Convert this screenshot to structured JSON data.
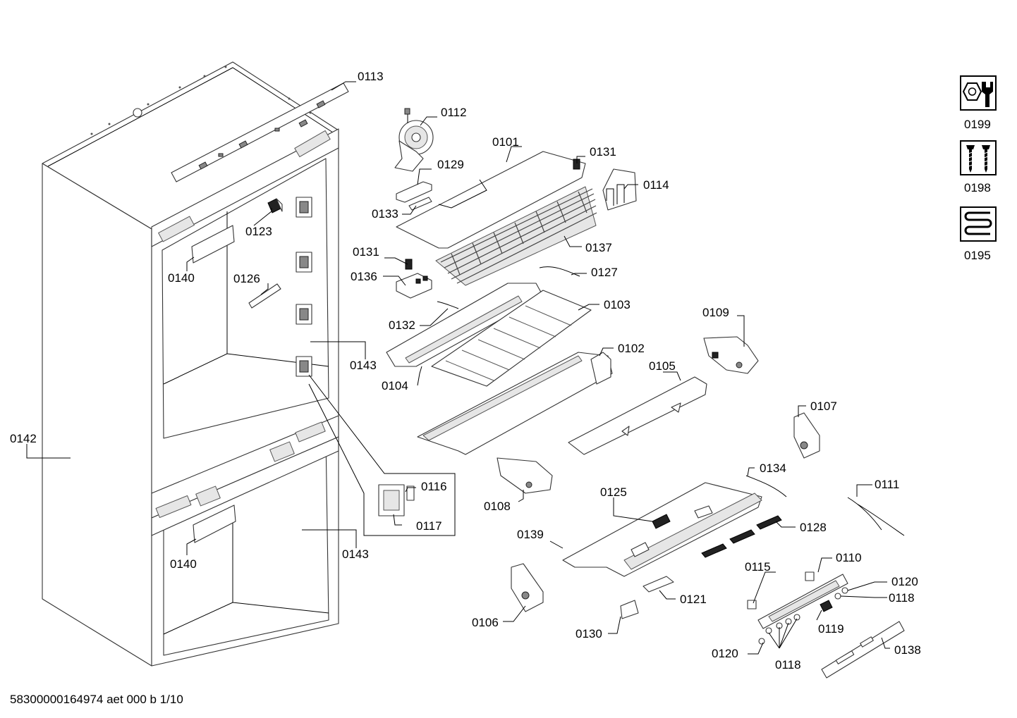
{
  "doc_id": "58300000164974 aet 000 b 1/10",
  "callouts": {
    "c0101": "0101",
    "c0102": "0102",
    "c0103": "0103",
    "c0104": "0104",
    "c0105": "0105",
    "c0106": "0106",
    "c0107": "0107",
    "c0108": "0108",
    "c0109": "0109",
    "c0110": "0110",
    "c0111": "0111",
    "c0112": "0112",
    "c0113": "0113",
    "c0114": "0114",
    "c0115": "0115",
    "c0116": "0116",
    "c0117": "0117",
    "c0118a": "0118",
    "c0118b": "0118",
    "c0119": "0119",
    "c0120a": "0120",
    "c0120b": "0120",
    "c0121": "0121",
    "c0123": "0123",
    "c0125": "0125",
    "c0126": "0126",
    "c0127": "0127",
    "c0128": "0128",
    "c0129": "0129",
    "c0130": "0130",
    "c0131a": "0131",
    "c0131b": "0131",
    "c0132": "0132",
    "c0133": "0133",
    "c0134": "0134",
    "c0136": "0136",
    "c0137": "0137",
    "c0138": "0138",
    "c0139": "0139",
    "c0140a": "0140",
    "c0140b": "0140",
    "c0142": "0142",
    "c0143a": "0143",
    "c0143b": "0143"
  },
  "legend": {
    "tools": {
      "label": "0199",
      "icon": "wrench-nut-icon"
    },
    "screws": {
      "label": "0198",
      "icon": "screws-icon"
    },
    "heater": {
      "label": "0195",
      "icon": "heating-coil-icon"
    }
  }
}
